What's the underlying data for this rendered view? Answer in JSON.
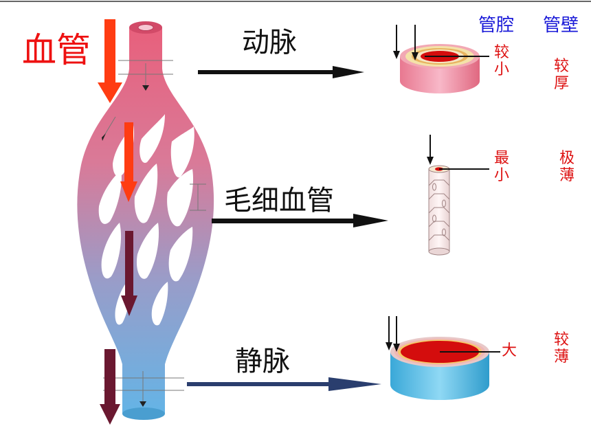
{
  "title": "血管",
  "types": {
    "artery": "动脉",
    "capillary": "毛细血管",
    "vein": "静脉"
  },
  "headers": {
    "lumen": "管腔",
    "wall": "管壁"
  },
  "artery": {
    "lumen": "较小",
    "wall": "较厚"
  },
  "capillary": {
    "lumen": "最小",
    "wall": "极薄"
  },
  "vein": {
    "lumen": "大",
    "wall": "较薄"
  },
  "colors": {
    "artery_red": "#e85c78",
    "vein_blue": "#64b4e6",
    "arrow_orange": "#ff3c12",
    "arrow_maroon": "#6a1830",
    "lumen_red": "#d40d0d",
    "label_red": "#dd1111",
    "header_blue": "#1a1ad8"
  }
}
